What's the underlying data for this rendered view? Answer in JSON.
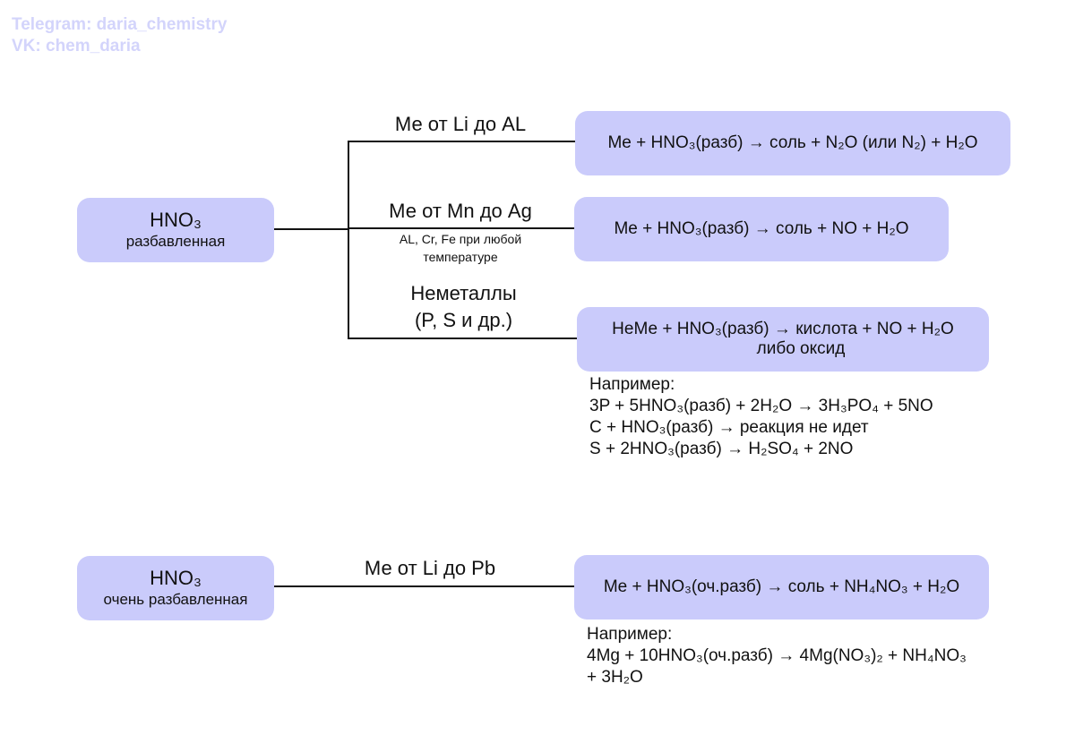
{
  "watermark": {
    "telegram": "Telegram: daria_chemistry",
    "vk": "VK: chem_daria"
  },
  "section_dilute": {
    "source": {
      "title": "HNO₃",
      "subtitle": "разбавленная"
    },
    "branches": [
      {
        "label": "Ме от Li до AL",
        "result": "Me + HNO₃(разб) → соль + N₂O (или N₂) + H₂O"
      },
      {
        "label": "Ме от Mn до Ag",
        "note_line1": "AL, Cr, Fe при любой",
        "note_line2": "температуре",
        "result": "Me + HNO₃(разб) → соль + NO + H₂O"
      },
      {
        "label_line1": "Неметаллы",
        "label_line2": "(P, S и др.)",
        "result_line1": "НеМе + HNO₃(разб) → кислота + NO + H₂O",
        "result_line2": "либо оксид"
      }
    ],
    "examples": {
      "heading": "Например:",
      "lines": [
        "3P + 5HNO₃(разб) + 2H₂O → 3H₃PO₄ + 5NO",
        "C + HNO₃(разб) → реакция не идет",
        "S + 2HNO₃(разб) → H₂SO₄ + 2NO"
      ]
    }
  },
  "section_very_dilute": {
    "source": {
      "title": "HNO₃",
      "subtitle": "очень разбавленная"
    },
    "branch": {
      "label": "Ме от Li до Pb",
      "result": "Me + HNO₃(оч.разб) → соль + NH₄NO₃ + H₂O"
    },
    "examples": {
      "heading": "Например:",
      "lines": [
        "4Mg + 10HNO₃(оч.разб) → 4Mg(NO₃)₂ + NH₄NO₃",
        "+ 3H₂O"
      ]
    }
  },
  "colors": {
    "box_fill": "#cacbfb",
    "watermark": "#d3d4fb",
    "line": "#111111"
  }
}
